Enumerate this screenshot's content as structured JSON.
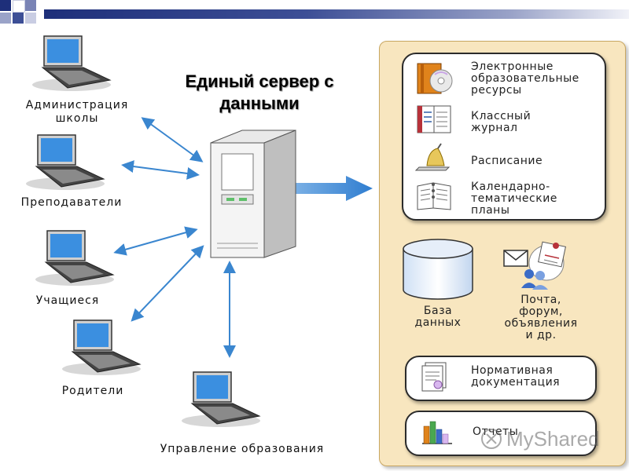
{
  "title": {
    "line1": "Единый сервер с",
    "line2": "данными"
  },
  "clients": [
    {
      "line1": "Администрация",
      "line2": "школы"
    },
    {
      "line1": "Преподаватели",
      "line2": ""
    },
    {
      "line1": "Учащиеся",
      "line2": ""
    },
    {
      "line1": "Родители",
      "line2": ""
    },
    {
      "line1": "Управление образования",
      "line2": ""
    }
  ],
  "resources": {
    "items": [
      {
        "line1": "Электронные",
        "line2": "образовательные",
        "line3": "ресурсы"
      },
      {
        "line1": "Классный",
        "line2": "журнал",
        "line3": ""
      },
      {
        "line1": "Расписание",
        "line2": "",
        "line3": ""
      },
      {
        "line1": "Календарно-",
        "line2": "тематические",
        "line3": "планы"
      }
    ]
  },
  "database": {
    "line1": "База",
    "line2": "данных"
  },
  "mail": {
    "line1": "Почта,",
    "line2": "форум,",
    "line3": "объявления",
    "line4": "и др."
  },
  "normative": {
    "line1": "Нормативная",
    "line2": "документация"
  },
  "reports": {
    "label": "Отчеты"
  },
  "watermark": "MyShared",
  "colors": {
    "screen": "#3b8fe0",
    "arrow": "#3a86cf",
    "panel": "#f8e6bf"
  }
}
